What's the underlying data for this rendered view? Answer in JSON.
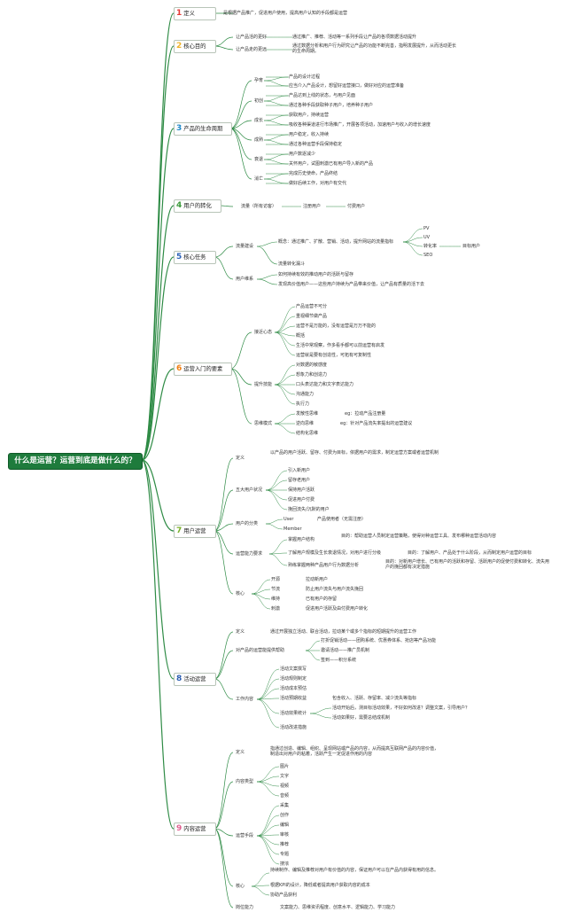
{
  "root": "什么是运营？运营到底是做什么的？",
  "colors": {
    "root_bg": "#1e7b3c",
    "line": "#2e8b45",
    "num": [
      "#e53935",
      "#f0b32a",
      "#1e88c8",
      "#3a9a3a",
      "#2e63b8",
      "#f07f12",
      "#7ab02a",
      "#2a5db0",
      "#e06090"
    ]
  },
  "topics": [
    {
      "num": "1",
      "label": "定义"
    },
    {
      "num": "2",
      "label": "核心目的"
    },
    {
      "num": "3",
      "label": "产品的生命周期"
    },
    {
      "num": "4",
      "label": "用户的转化"
    },
    {
      "num": "5",
      "label": "核心任务"
    },
    {
      "num": "6",
      "label": "运营入门的要素"
    },
    {
      "num": "7",
      "label": "用户运营"
    },
    {
      "num": "8",
      "label": "活动运营"
    },
    {
      "num": "9",
      "label": "内容运营"
    }
  ],
  "t1": {
    "text": "是根据产品推广，促进用户使用，提高用户认知的手段都是运营"
  },
  "t2": {
    "k1": "让产品活的更好",
    "v1": "通过推广、推荐、活动等一系列手段让产品的各项数据活动提升",
    "k2": "让产品走的更远",
    "v2": "通过数据分析和用户行为研究让产品的功能不断完善，指明发展提升，从而活动更长的生命周期。"
  },
  "t3": {
    "s1": "孕育",
    "s1a": "产品的设计过程",
    "s1b": "应当介入产品设计，想留好运营接口，做好对应的运营准备",
    "s2": "初创",
    "s2a": "产品达到上线的状态，与用户见面",
    "s2b": "通过各种手段获取种子用户，培养种子用户",
    "s3": "成长",
    "s3a": "获取用户，持续运营",
    "s3b": "吸收各种渠道进行市场推广，开展各项活动，加速用户与收入的增长速度",
    "s4": "成熟",
    "s4a": "用户稳定，收入持续",
    "s4b": "通过各种运营手段保持稳定",
    "s5": "衰退",
    "s5a": "用户数逐减少",
    "s5b": "关怀用户，试图刺激已有用户导入新的产品",
    "s6": "消亡",
    "s6a": "完成历史使命，产品终结",
    "s6b": "做好后续工作，对用户有交代"
  },
  "t4": {
    "a": "流量（所有访客）",
    "b": "注册用户",
    "c": "付费用户"
  },
  "t5": {
    "k1": "流量建设",
    "c1": "概念：通过推广、扩散、营销、活动，提升网站的流量指标",
    "pv": "PV",
    "uv": "UV",
    "conv": "转化率",
    "seo": "SEO",
    "goal": "目标用户",
    "c2": "流量转化漏斗",
    "k2": "用户维系",
    "u1": "如何持续有效的推动用户的活跃与留存",
    "u2": "发现高价值用户——这些用户持续为产品带来价值，让产品有质量的活下去"
  },
  "t6": {
    "k1": "接近心态",
    "a": "产品运营不可分",
    "b": "重视细节做产品",
    "c": "运营不是万能的，没有运营是万万不能的",
    "d": "概括",
    "e": "生活中常观察，作多看手都可以前运营有启发",
    "f": "运营就是要有创造性，可拓有可复制性",
    "k2": "提升技能",
    "g": "对数据的敏感度",
    "h": "想象力和创造力",
    "i": "口头表达能力和文字表达能力",
    "j": "沟通能力",
    "k": "执行力",
    "k3": "思维模式",
    "l": "发散性思维",
    "l2": "eg：拉动产品注册量",
    "m": "逆向思维",
    "m2": "eg：针对产品流失率提出的运营建议",
    "n": "结构化思维"
  },
  "t7": {
    "k1": "定义",
    "d1": "以产品的用户活跃、留存、付费为目标，依据用户的需求，制定运营方案或者运营机制",
    "k2": "五大用户状况",
    "p1": "引入新用户",
    "p2": "留存老用户",
    "p3": "保持用户活跃",
    "p4": "促进用户付费",
    "p5": "挽回流失/沉默的用户",
    "k3": "用户的分类",
    "c1": "User",
    "c2": "Member",
    "c3": "产品使用者（无需注册）",
    "k4": "运营能力要求",
    "r1": "掌握用户结构",
    "r1a": "目的：帮助运营人员制定运营策略，使得对种运营工具、发布哪种运营活动内容",
    "r2": "了解用户规模及生长衰退情况，对用户进行分级",
    "r2a": "目的：了解用户、产品处于什么阶段，从而制定用户运营的目标",
    "r3": "熟练掌握两种产品用户行为数据分析",
    "r3a": "目的：对新用户增长、已有用户的活跃和存留、活跃用户的促使付费和转化、流失用户的挽回都有决定措施",
    "k5": "核心",
    "e1": "开源",
    "e1a": "拉动新用户",
    "e2": "节流",
    "e2a": "防止用户流失与用户流失挽回",
    "e3": "维持",
    "e3a": "已有用户的存留",
    "e4": "刺激",
    "e4a": "促进用户活跃及由付费用户转化"
  },
  "t8": {
    "k1": "定义",
    "d1": "通过开展独立活动、联合活动，拉动某个或多个指标的短期提升的运营工作",
    "k2": "对产品的运营能提供帮助",
    "h1": "打折促销活动——团购系统、优惠券体系、抢店等产品功能",
    "h2": "邀请活动——推广员机制",
    "h3": "签到——积分系统",
    "k3": "工作内容",
    "w1": "活动文案撰写",
    "w2": "活动规则制定",
    "w3": "活动成本预估",
    "w4": "活动预期收益",
    "w4a": "包含收入、活跃、存留率、减少流失等指标",
    "w5": "活动效果统计",
    "w5a": "活动开始后，测目标活动效果，不好如何改进？调整文案，引导用户？",
    "w5b": "活动如果好，需要总结成机制",
    "w6": "活动改进措施"
  },
  "t9": {
    "k1": "定义",
    "d1": "指通过创造、编辑、组织、呈现网站或产品的内容，从而提高互联网产品的内容价值，制造出对用户的粘着，活跃产生一定促进作用的内容",
    "k2": "内容类型",
    "c1": "图片",
    "c2": "文字",
    "c3": "视频",
    "c4": "音频",
    "k3": "运营手段",
    "m1": "采集",
    "m2": "创作",
    "m3": "编辑",
    "m4": "审核",
    "m5": "推荐",
    "m6": "专题",
    "m7": "搜浓",
    "k4": "核心",
    "x1": "持续制作、编辑及推荐对用户有价值的内容，保证用户可以在产品内获得有用的信息。",
    "x2": "根据KPI的设计，降低或者提高用户获取内容的成本",
    "x3": "协助产品获利",
    "k5": "岗位能力",
    "y1": "文案能力、思维资讯程度、创意水平、逻辑能力、学习能力"
  }
}
